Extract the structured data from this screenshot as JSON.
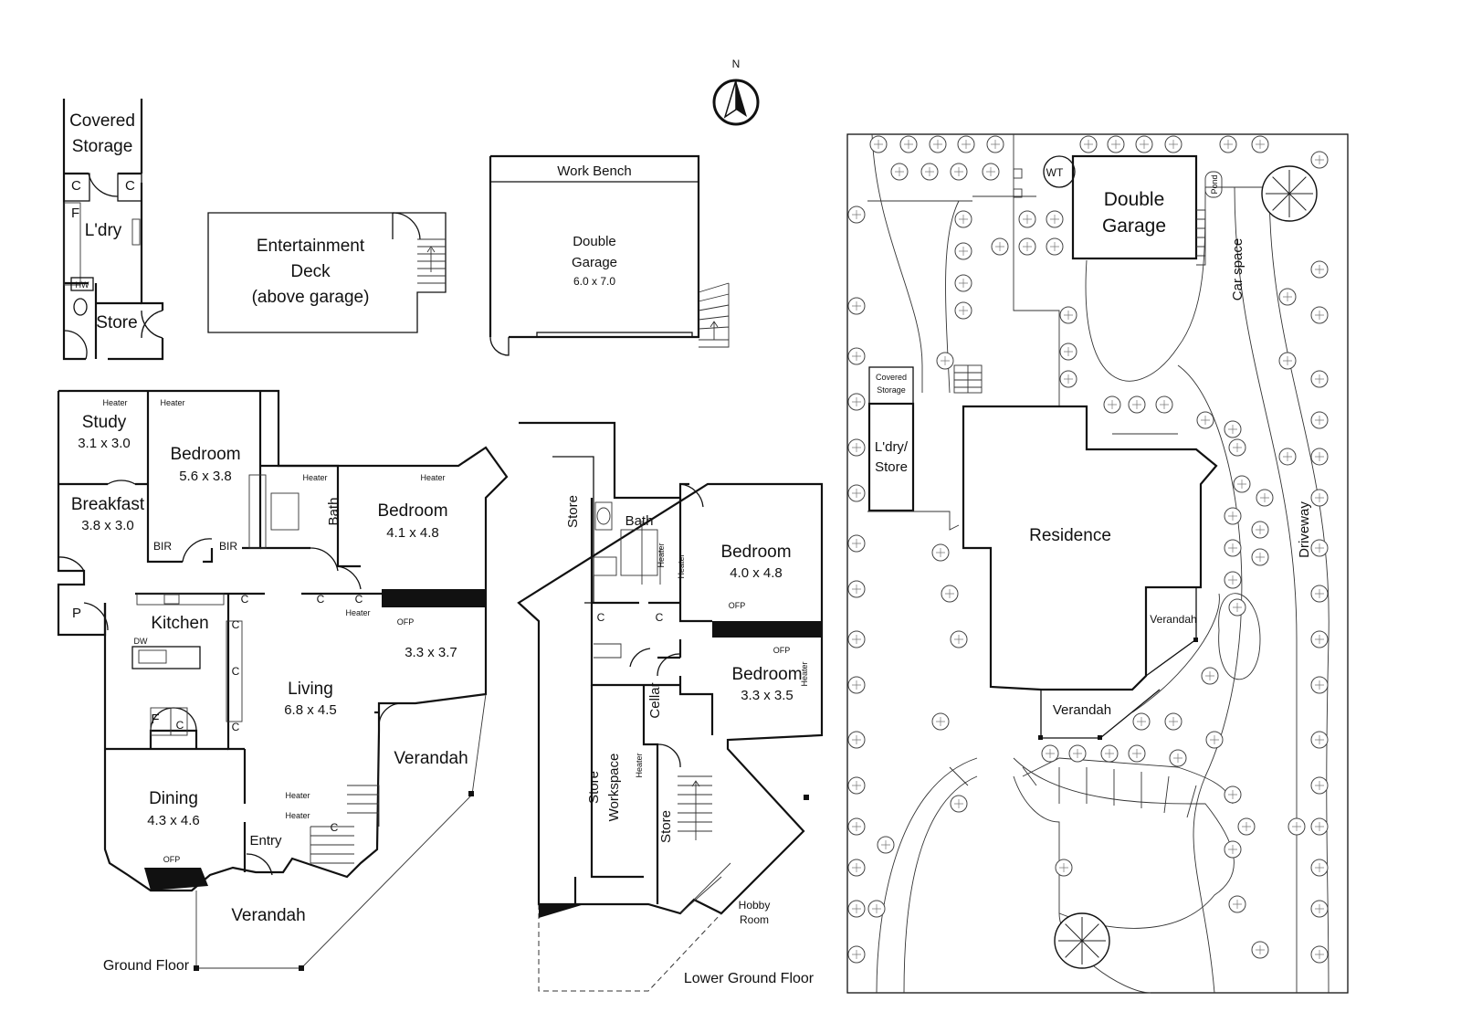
{
  "compass": {
    "letter": "N"
  },
  "outbuildings": {
    "covered_storage": [
      "Covered",
      "Storage"
    ],
    "laundry": "L'dry",
    "hot_water": "HW",
    "store": "Store",
    "cupboard": "C",
    "fridge": "F",
    "entertainment_deck": [
      "Entertainment",
      "Deck",
      "(above garage)"
    ],
    "work_bench": "Work Bench",
    "garage": {
      "name_lines": [
        "Double",
        "Garage"
      ],
      "dimensions": "6.0 x 7.0"
    }
  },
  "ground_floor": {
    "caption": "Ground Floor",
    "rooms": {
      "study": {
        "name": "Study",
        "dim": "3.1 x 3.0"
      },
      "bedroom1": {
        "name": "Bedroom",
        "dim": "5.6 x 3.8"
      },
      "breakfast": {
        "name": "Breakfast",
        "dim": "3.8 x 3.0"
      },
      "bath": {
        "name": "Bath"
      },
      "bedroom2": {
        "name": "Bedroom",
        "dim": "4.1 x 4.8"
      },
      "kitchen": {
        "name": "Kitchen"
      },
      "living": {
        "name": "Living",
        "dim": "6.8 x 4.5"
      },
      "extra": {
        "dim": "3.3 x 3.7"
      },
      "dining": {
        "name": "Dining",
        "dim": "4.3 x 4.6"
      },
      "entry": {
        "name": "Entry"
      },
      "verandah_east": {
        "name": "Verandah"
      },
      "verandah_south": {
        "name": "Verandah"
      }
    },
    "fixtures": {
      "heater": "Heater",
      "bir": "BIR",
      "pantry": "P",
      "dishwasher": "DW",
      "fridge": "F",
      "cupboard": "C",
      "ofp": "OFP"
    }
  },
  "lower_ground_floor": {
    "caption": "Lower Ground Floor",
    "rooms": {
      "store_north": {
        "name": "Store"
      },
      "bath": {
        "name": "Bath"
      },
      "bedroom1": {
        "name": "Bedroom",
        "dim": "4.0 x 4.8"
      },
      "bedroom2": {
        "name": "Bedroom",
        "dim": "3.3 x 3.5"
      },
      "cellar": {
        "name": "Cellar"
      },
      "store_workspace": [
        "Store",
        "Workspace"
      ],
      "store_south": {
        "name": "Store"
      },
      "hobby_room": [
        "Hobby",
        "Room"
      ]
    },
    "fixtures": {
      "heater": "Heater",
      "ofp": "OFP",
      "cupboard": "C"
    }
  },
  "site_plan": {
    "wt": "WT",
    "pond": "Pond",
    "double_garage": [
      "Double",
      "Garage"
    ],
    "car_space": "Car space",
    "covered_storage": [
      "Covered",
      "Storage"
    ],
    "laundry_store": [
      "L'dry/",
      "Store"
    ],
    "residence": "Residence",
    "verandah_east": "Verandah",
    "verandah_south": "Verandah",
    "driveway": "Driveway"
  }
}
